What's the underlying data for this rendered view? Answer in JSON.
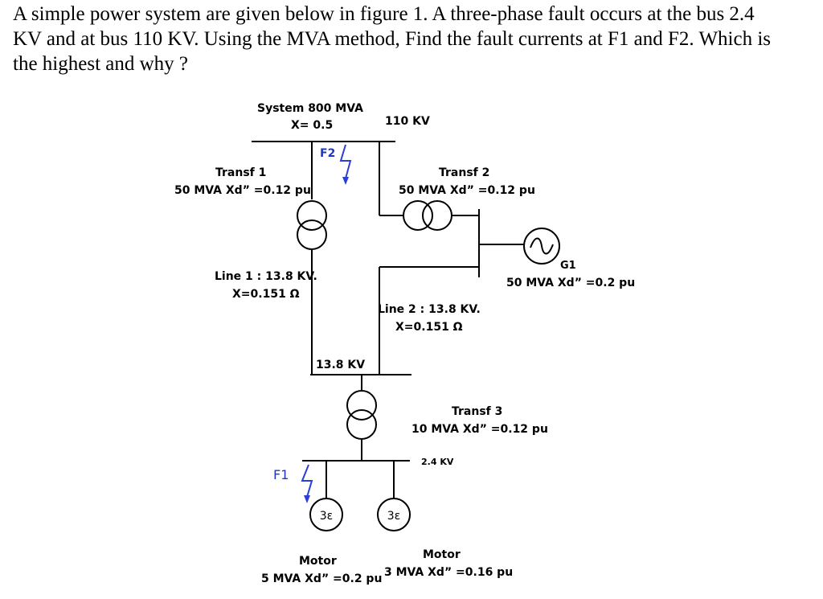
{
  "question": {
    "lines": [
      "A simple power system are given below in figure 1.  A three-phase fault occurs at the bus 2.4",
      "KV and at bus 110 KV. Using the MVA method, Find the fault currents at F1 and F2. Which is",
      "the highest and why ?"
    ]
  },
  "diagram": {
    "system": {
      "line1": "System  800 MVA",
      "line2": "X= 0.5"
    },
    "bus_110": "110 KV",
    "fault_f2": "F2",
    "transf1": {
      "line1": "Transf 1",
      "line2": "50 MVA Xd” =0.12 pu"
    },
    "transf2": {
      "line1": "Transf 2",
      "line2": "50 MVA Xd” =0.12 pu"
    },
    "generator": {
      "name": "G1",
      "rating": "50 MVA Xd” =0.2 pu"
    },
    "line1": {
      "line1": "Line 1 : 13.8 KV.",
      "line2": "X=0.151 Ω"
    },
    "line2": {
      "line1": "Line 2 : 13.8 KV.",
      "line2": "X=0.151 Ω"
    },
    "bus_13_8": "13.8 KV",
    "transf3": {
      "line1": "Transf 3",
      "line2": "10 MVA Xd” =0.12 pu"
    },
    "bus_2_4": "2.4 KV",
    "fault_f1": "F1",
    "motor1": {
      "line1": "Motor",
      "line2": "5 MVA Xd” =0.2 pu"
    },
    "motor2": {
      "line1": "Motor",
      "line2": "3 MVA Xd” =0.16 pu"
    },
    "motor_symbol": "3ε",
    "colors": {
      "fault": "#2a3fd6",
      "fault_label": "#1f36c8",
      "line": "#000000"
    }
  }
}
